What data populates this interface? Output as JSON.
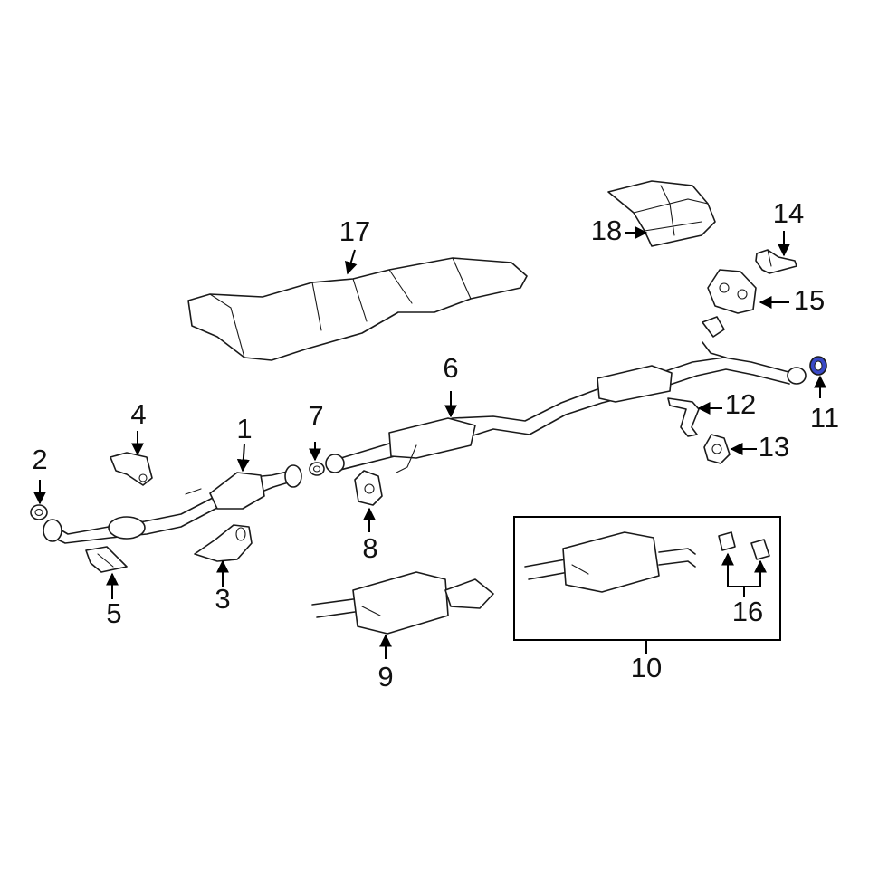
{
  "callouts": {
    "p1": "1",
    "p2": "2",
    "p3": "3",
    "p4": "4",
    "p5": "5",
    "p6": "6",
    "p7": "7",
    "p8": "8",
    "p9": "9",
    "p10": "10",
    "p11": "11",
    "p12": "12",
    "p13": "13",
    "p14": "14",
    "p15": "15",
    "p16": "16",
    "p17": "17",
    "p18": "18"
  },
  "colors": {
    "line": "#1a1a1a",
    "highlight": "#3949c8",
    "background": "#ffffff"
  }
}
